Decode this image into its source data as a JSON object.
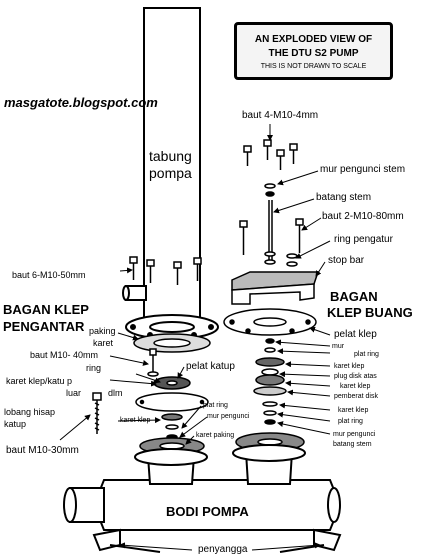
{
  "title": {
    "line1": "AN EXPLODED VIEW OF",
    "line2": "THE DTU S2 PUMP",
    "line3": "THIS IS NOT DRAWN TO SCALE"
  },
  "watermark": "masgatote.blogspot.com",
  "labels": {
    "tabung": "tabung",
    "pompa": "pompa",
    "baut_4": "baut 4-M10-4mm",
    "mur_pengunci_stem_top": "mur pengunci stem",
    "batang_stem": "batang stem",
    "baut_2": "baut 2-M10-80mm",
    "ring_pengatur": "ring pengatur",
    "stop_bar": "stop bar",
    "baut_6": "baut 6-M10-50mm",
    "bagan_buang_1": "BAGAN",
    "bagan_buang_2": "KLEP BUANG",
    "bagan_pengantar_1": "BAGAN KLEP",
    "bagan_pengantar_2": "PENGANTAR",
    "paking_karet_1": "paking",
    "paking_karet_2": "karet",
    "pelat_klep": "pelat klep",
    "mur_r": "mur",
    "plat_ring_r1": "plat ring",
    "baut_m10_40": "baut M10- 40mm",
    "ring": "ring",
    "pelat_katup": "pelat katup",
    "karet_klep_r1": "karet klep",
    "plug_disk_atas": "plug disk atas",
    "karet_klep_katu_1": "karet klep/katu p",
    "karet_klep_katu_2": "luar",
    "dlm": "dlm",
    "karet_klep_r2": "karet klep",
    "pemberat_disk": "pemberat disk",
    "lobang_hisap_1": "lobang hisap",
    "lobang_hisap_2": "katup",
    "karet_klep_left": "karet klep",
    "plat_ring_mid": "plat ring",
    "mur_pengunci_mid": "mur pengunci",
    "karet_klep_r3": "karet klep",
    "plat_ring_r2": "plat ring",
    "baut_m10_30": "baut M10-30mm",
    "karet_paking": "karet paking",
    "mur_pengunci_batang_1": "mur pengunci",
    "mur_pengunci_batang_2": "batang stem",
    "bodi_pompa": "BODI POMPA",
    "penyangga": "penyangga"
  }
}
